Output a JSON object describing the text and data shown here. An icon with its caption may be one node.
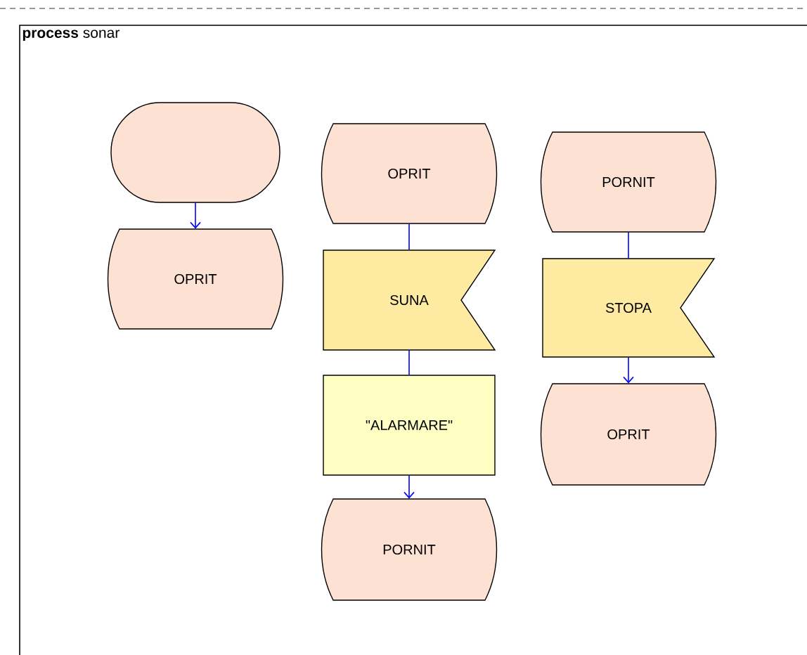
{
  "diagram": {
    "nodes": [
      {
        "text": [
          "**process** sonar"
        ]
      },
      {
        "text": [],
        "shape": "oval",
        "in": 0
      },
      {
        "text": [
          "OPRIT"
        ],
        "in": 0
      },
      {
        "text": [
          "OPRIT"
        ],
        "in": 0
      },
      {
        "text": [
          "SUNA"
        ],
        "in": 0
      },
      {
        "text": [
          "\"ALARMARE\""
        ],
        "in": 0
      },
      {
        "text": [
          "PORNIT"
        ],
        "in": 0
      },
      {
        "text": [
          "PORNIT"
        ],
        "in": 0
      },
      {
        "text": [
          "STOPA"
        ],
        "in": 0
      },
      {
        "text": [
          "OPRIT"
        ],
        "in": 0
      }
    ],
    "edges": [
      {
        "from": 1,
        "to": 2,
        "arrow": "to"
      },
      {
        "from": 3,
        "to": 4,
        "arrow": "none"
      },
      {
        "from": 4,
        "to": 5,
        "arrow": "none"
      },
      {
        "from": 5,
        "to": 6,
        "arrow": "to"
      },
      {
        "from": 7,
        "to": 8,
        "arrow": "none"
      },
      {
        "from": 8,
        "to": 9,
        "arrow": "to"
      }
    ]
  }
}
